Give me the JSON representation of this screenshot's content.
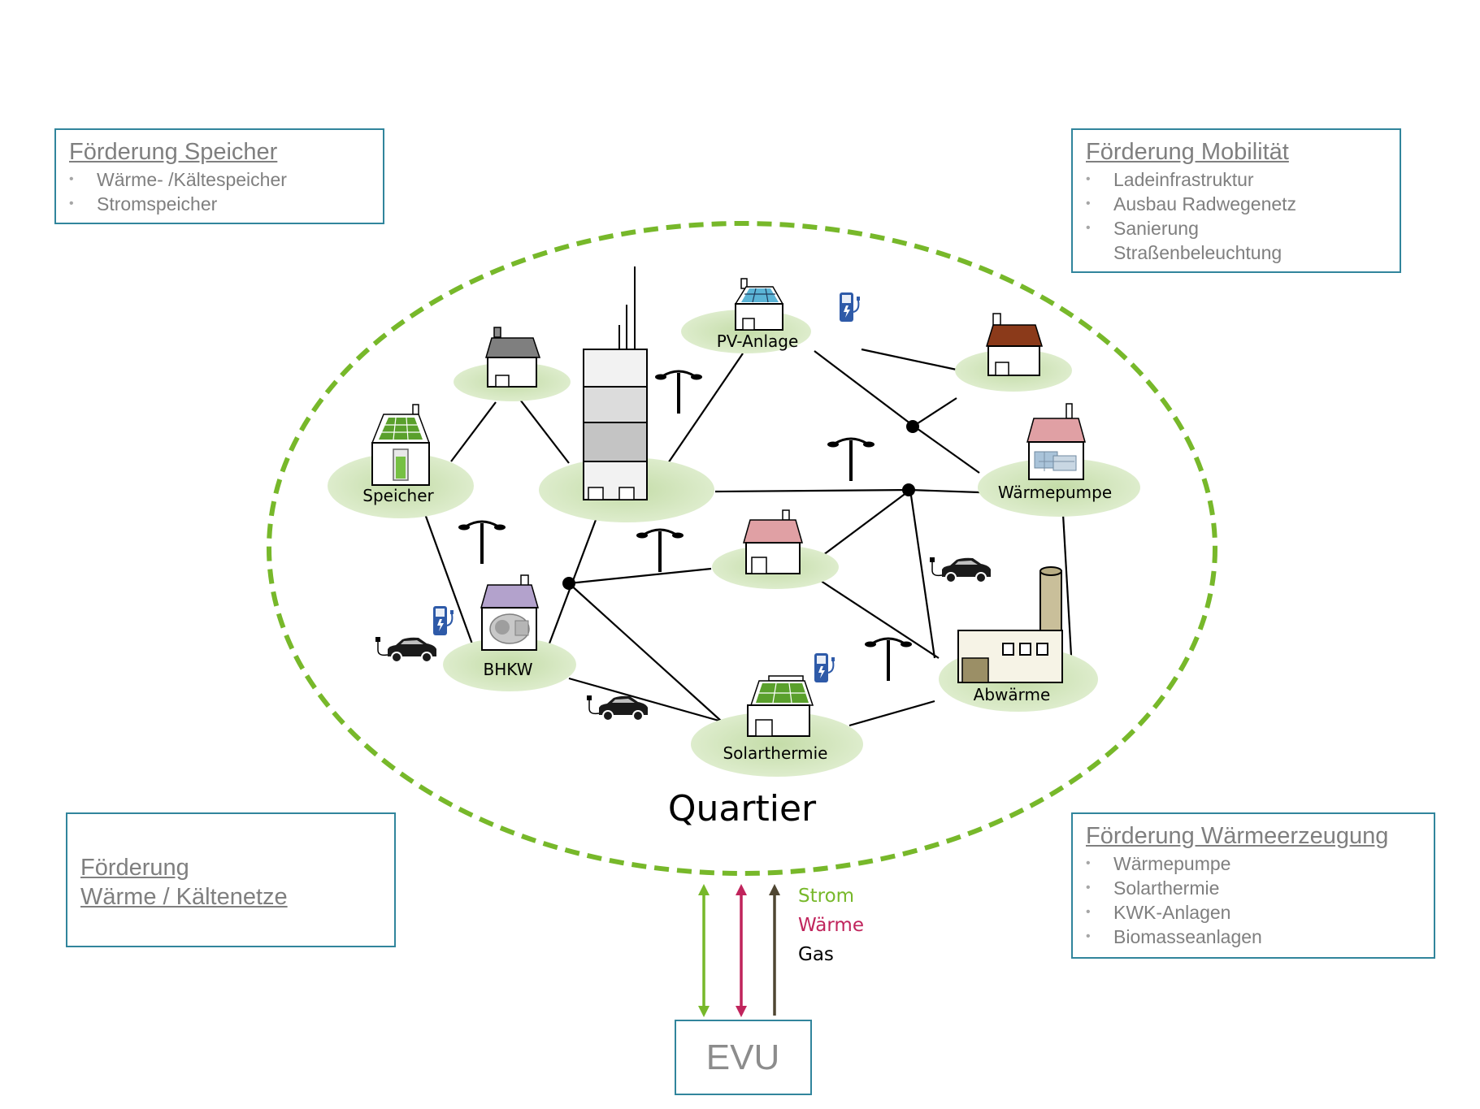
{
  "boxes": {
    "speicher": {
      "title": "Förderung Speicher",
      "items": [
        "Wärme- /Kältespeicher",
        "Stromspeicher"
      ]
    },
    "mobilitaet": {
      "title": "Förderung Mobilität",
      "items": [
        "Ladeinfrastruktur",
        "Ausbau Radwegenetz",
        "Sanierung",
        "Straßenbeleuchtung"
      ]
    },
    "netze": {
      "title_line1": "Förderung",
      "title_line2": "Wärme / Kältenetze"
    },
    "waerme": {
      "title": "Förderung Wärmeerzeugung",
      "items": [
        "Wärmepumpe",
        "Solarthermie",
        "KWK-Anlagen",
        "Biomasseanlagen"
      ]
    }
  },
  "nodes": {
    "speicher": "Speicher",
    "pv": "PV-Anlage",
    "waermepumpe": "Wärmepumpe",
    "bhkw": "BHKW",
    "solarthermie": "Solarthermie",
    "abwaerme": "Abwärme"
  },
  "quartier_label": "Quartier",
  "flows": {
    "strom": {
      "label": "Strom",
      "color": "#77b82a"
    },
    "waerme": {
      "label": "Wärme",
      "color": "#c0245c"
    },
    "gas": {
      "label": "Gas",
      "color": "#4f4632"
    }
  },
  "evu_label": "EVU",
  "colors": {
    "accent_border": "#31859c",
    "boundary": "#77b82a",
    "node_fill": "#d3e6bd"
  }
}
